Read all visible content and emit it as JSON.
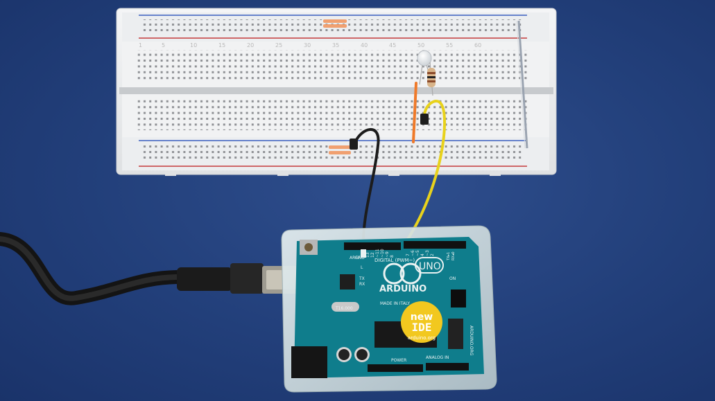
{
  "breadboard": {
    "column_numbers": [
      "1",
      "5",
      "10",
      "15",
      "20",
      "25",
      "30",
      "35",
      "40",
      "45",
      "50",
      "55",
      "60"
    ]
  },
  "arduino": {
    "brand": "ARDUINO",
    "model": "UNO",
    "header_label": "DIGITAL (PWM~)",
    "origin_label": "MADE IN ITALY",
    "power_label": "POWER",
    "analog_label": "ANALOG IN",
    "aref_label": "AREF",
    "gnd_label": "GND",
    "on_label": "ON",
    "tx_label": "TX",
    "rx_label": "RX",
    "l_label": "L",
    "pin_labels": [
      "13",
      "12",
      "~11",
      "~10",
      "~9",
      "8",
      "7",
      "~6",
      "~5",
      "4",
      "~3",
      "2",
      "TX▸1",
      "RX◂0"
    ],
    "crystal_label": "T16.000",
    "side_label": "ARDUINO.ORG",
    "sticker": {
      "line1": "new",
      "line2": "IDE",
      "line3": "arduino.org"
    },
    "colors": {
      "board": "#0f7d8c",
      "sticker": "#f2c81f",
      "wire_yellow": "#e8d21c",
      "wire_black": "#1c1c1c"
    }
  }
}
